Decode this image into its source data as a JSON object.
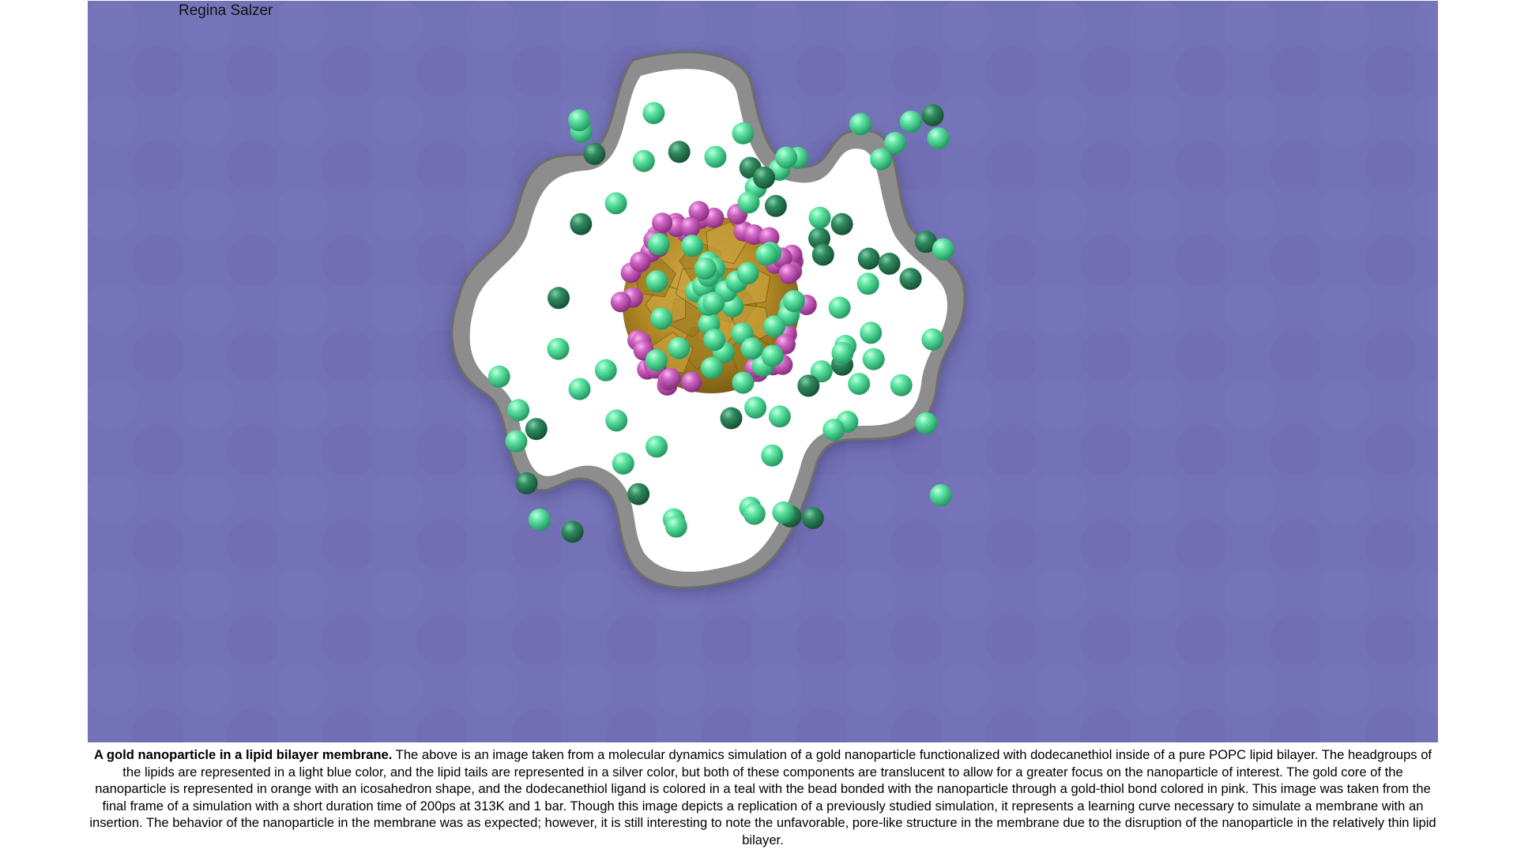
{
  "figure": {
    "author": "Regina Salzer",
    "colors": {
      "membrane": "#7472b6",
      "pore_interior": "#ffffff",
      "pore_rim": "#8d8d8d",
      "gold_core": "#b8902a",
      "ligand_bead": "#5ee6a2",
      "ligand_bead_dark": "#2f8a5e",
      "thiol_bond_bead": "#cc5fc0"
    }
  },
  "caption": {
    "title": "A gold nanoparticle in a lipid bilayer membrane.",
    "body": " The above is an image taken from a molecular dynamics simulation of a gold nanoparticle functionalized with dodecanethiol inside of a pure POPC lipid bilayer. The headgroups of the lipids are represented in a light blue color, and the lipid tails are represented in a silver color, but both of these components are translucent to allow for a greater focus on the nanoparticle of interest. The gold core of the nanoparticle is represented in orange with an icosahedron shape, and the dodecanethiol ligand is colored in a teal with the bead bonded with the nanoparticle through a gold-thiol bond colored in pink. This image was taken from the final frame of a simulation with a short duration time of 200ps at 313K and 1 bar. Though this image depicts a replication of a previously studied simulation, it represents a learning curve necessary to simulate a membrane with an insertion. The behavior of the nanoparticle in the membrane was as expected; however, it is still interesting to note the unfavorable, pore-like structure in the membrane due to the disruption of the nanoparticle in the relatively thin lipid bilayer."
  }
}
